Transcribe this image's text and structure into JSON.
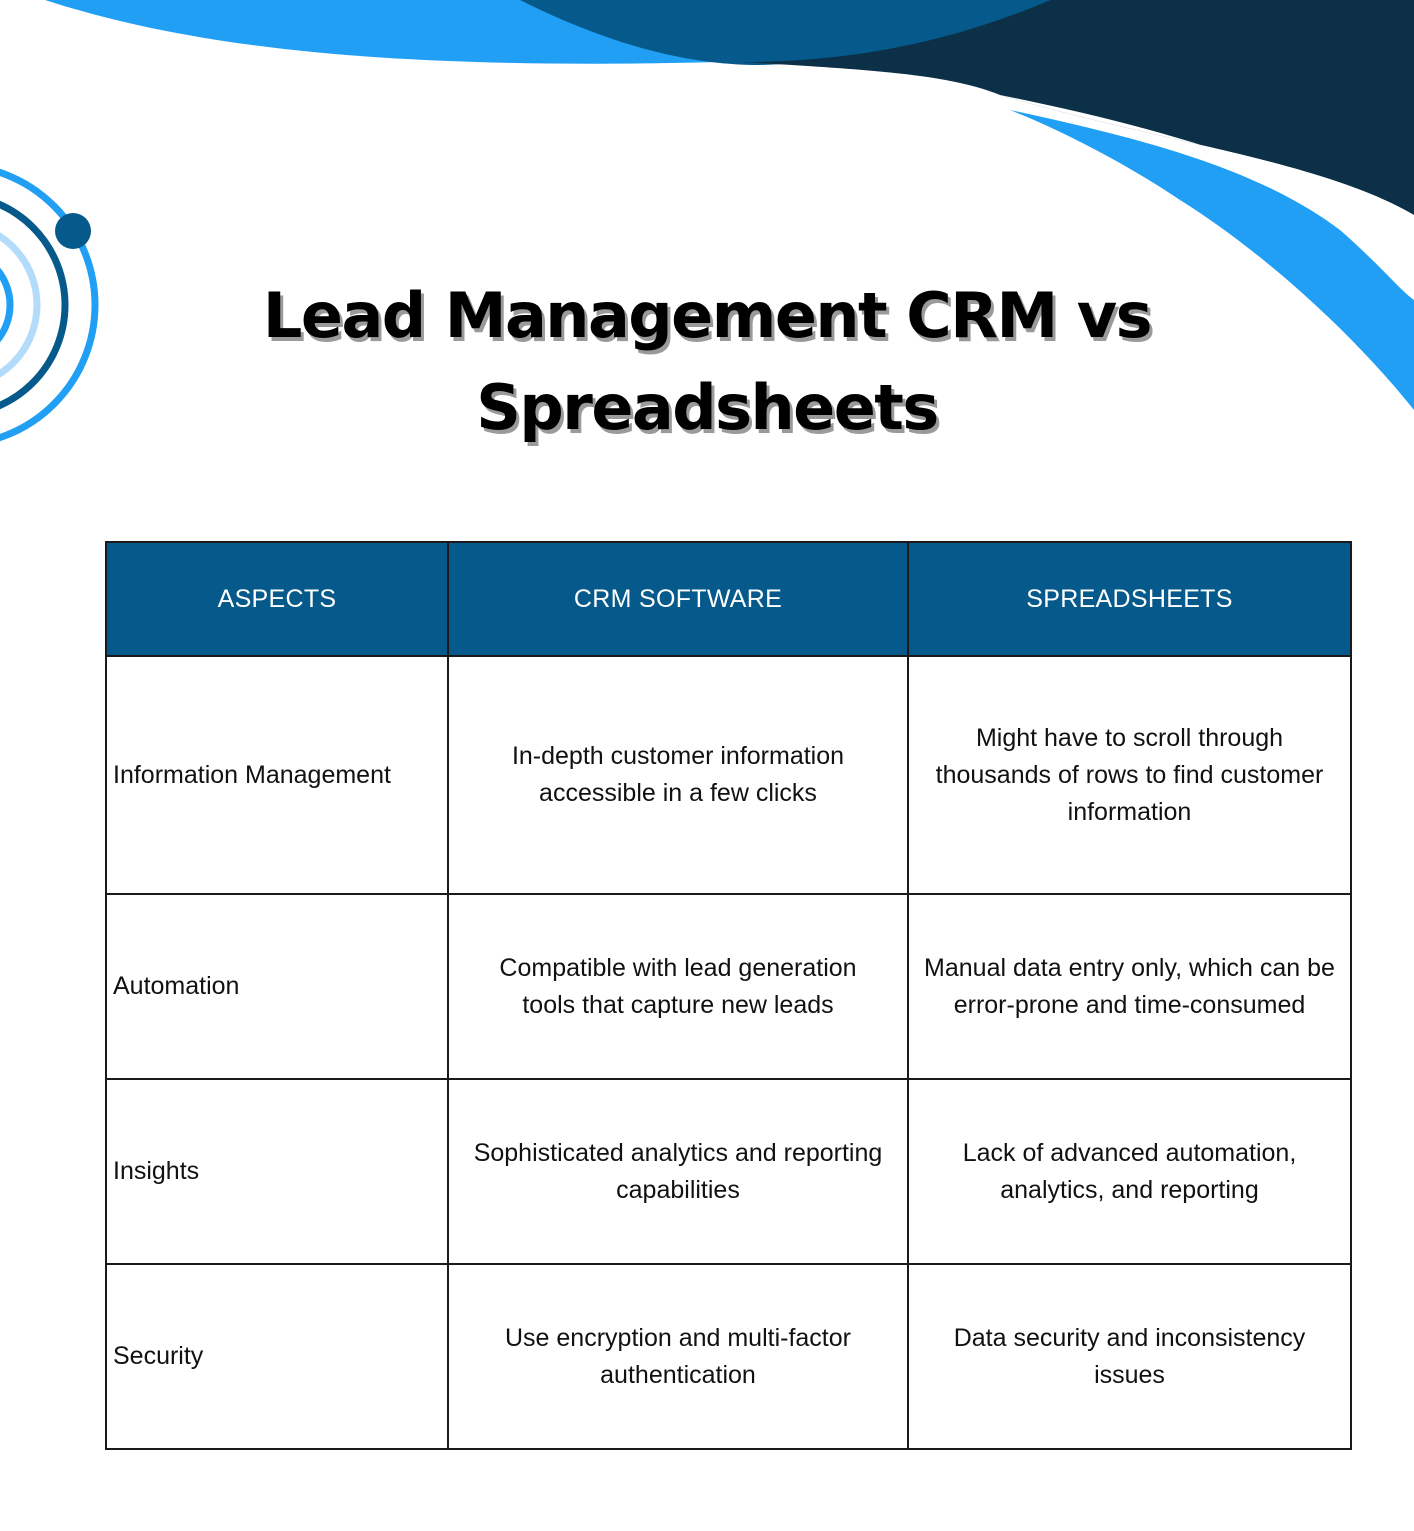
{
  "title": {
    "line1": "Lead Management CRM vs",
    "line2": "Spreadsheets"
  },
  "colors": {
    "bright_blue": "#209ff5",
    "mid_blue": "#055a8b",
    "dark_navy": "#0c3047",
    "light_blue": "#b3dcfa",
    "header_bg": "#055a8b"
  },
  "table": {
    "headers": [
      "ASPECTS",
      "CRM SOFTWARE",
      "SPREADSHEETS"
    ],
    "rows": [
      {
        "aspect": "Information Management",
        "crm": "In-depth customer information accessible in a few clicks",
        "spreadsheets": "Might have to scroll through thousands of rows to find customer information"
      },
      {
        "aspect": "Automation",
        "crm": "Compatible with lead generation tools that capture new leads",
        "spreadsheets": "Manual data entry only, which can be error-prone and time-consumed"
      },
      {
        "aspect": "Insights",
        "crm": "Sophisticated analytics and reporting capabilities",
        "spreadsheets": "Lack of advanced automation, analytics, and reporting"
      },
      {
        "aspect": "Security",
        "crm": "Use encryption and multi-factor authentication",
        "spreadsheets": "Data security and inconsistency issues"
      }
    ]
  }
}
